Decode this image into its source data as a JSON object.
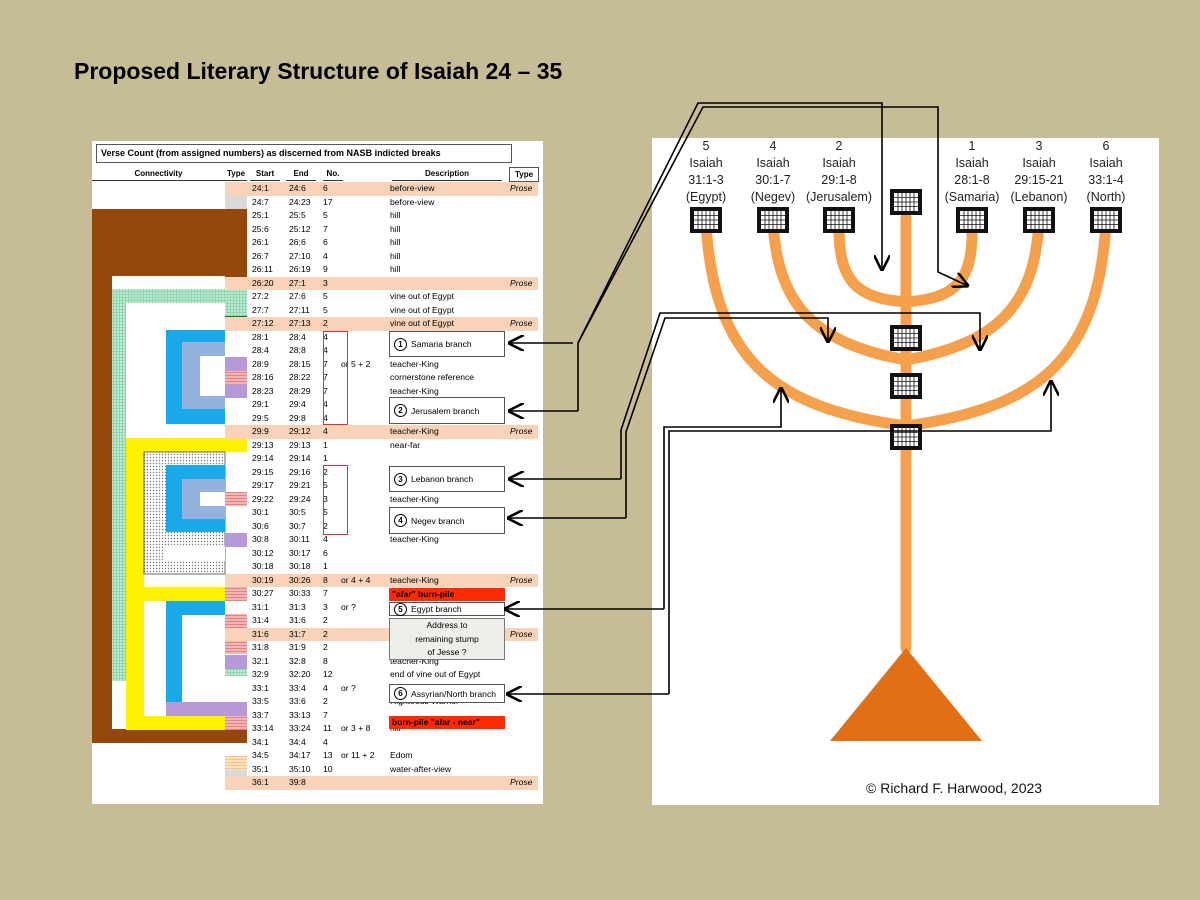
{
  "title": "Proposed Literary Structure of Isaiah 24 – 35",
  "table": {
    "heading": "Verse Count (from assigned numbers) as discerned from NASB indicted breaks",
    "heading_type": "Type",
    "columns": [
      "Connectivity",
      "Type",
      "Start",
      "End",
      "No.",
      "Description"
    ],
    "rows": [
      {
        "start": "24:1",
        "end": "24:6",
        "no": "6",
        "alt": "",
        "desc": "before-view",
        "type": "Prose",
        "pink": true
      },
      {
        "start": "24:7",
        "end": "24:23",
        "no": "17",
        "alt": "",
        "desc": "before-view",
        "type": "",
        "pink": false
      },
      {
        "start": "25:1",
        "end": "25:5",
        "no": "5",
        "alt": "",
        "desc": "hill",
        "type": "",
        "pink": false
      },
      {
        "start": "25:6",
        "end": "25:12",
        "no": "7",
        "alt": "",
        "desc": "hill",
        "type": "",
        "pink": false
      },
      {
        "start": "26:1",
        "end": "26:6",
        "no": "6",
        "alt": "",
        "desc": "hill",
        "type": "",
        "pink": false
      },
      {
        "start": "26:7",
        "end": "27:10",
        "no": "4",
        "alt": "",
        "desc": "hill",
        "type": "",
        "pink": false
      },
      {
        "start": "26:11",
        "end": "26:19",
        "no": "9",
        "alt": "",
        "desc": "hill",
        "type": "",
        "pink": false
      },
      {
        "start": "26:20",
        "end": "27:1",
        "no": "3",
        "alt": "",
        "desc": "",
        "type": "Prose",
        "pink": true
      },
      {
        "start": "27:2",
        "end": "27:6",
        "no": "5",
        "alt": "",
        "desc": "vine out of Egypt",
        "type": "",
        "pink": false
      },
      {
        "start": "27:7",
        "end": "27:11",
        "no": "5",
        "alt": "",
        "desc": "vine out of Egypt",
        "type": "",
        "pink": false
      },
      {
        "start": "27:12",
        "end": "27:13",
        "no": "2",
        "alt": "",
        "desc": "vine out of Egypt",
        "type": "Prose",
        "pink": true
      },
      {
        "start": "28:1",
        "end": "28:4",
        "no": "4",
        "alt": "",
        "desc": "",
        "type": "",
        "pink": false
      },
      {
        "start": "28:4",
        "end": "28:8",
        "no": "4",
        "alt": "",
        "desc": "",
        "type": "",
        "pink": false
      },
      {
        "start": "28:9",
        "end": "28:15",
        "no": "7",
        "alt": "or 5 + 2",
        "desc": "teacher-King",
        "type": "",
        "pink": false
      },
      {
        "start": "28:16",
        "end": "28:22",
        "no": "7",
        "alt": "",
        "desc": "cornerstone reference",
        "type": "",
        "pink": false
      },
      {
        "start": "28:23",
        "end": "28:29",
        "no": "7",
        "alt": "",
        "desc": "teacher-King",
        "type": "",
        "pink": false
      },
      {
        "start": "29:1",
        "end": "29:4",
        "no": "4",
        "alt": "",
        "desc": "",
        "type": "",
        "pink": false
      },
      {
        "start": "29:5",
        "end": "29:8",
        "no": "4",
        "alt": "",
        "desc": "",
        "type": "",
        "pink": false
      },
      {
        "start": "29:9",
        "end": "29:12",
        "no": "4",
        "alt": "",
        "desc": "teacher-King",
        "type": "Prose",
        "pink": true
      },
      {
        "start": "29:13",
        "end": "29:13",
        "no": "1",
        "alt": "",
        "desc": "near-far",
        "type": "",
        "pink": false
      },
      {
        "start": "29:14",
        "end": "29:14",
        "no": "1",
        "alt": "",
        "desc": "",
        "type": "",
        "pink": false
      },
      {
        "start": "29:15",
        "end": "29:16",
        "no": "2",
        "alt": "",
        "desc": "",
        "type": "",
        "pink": false
      },
      {
        "start": "29:17",
        "end": "29:21",
        "no": "5",
        "alt": "",
        "desc": "",
        "type": "",
        "pink": false
      },
      {
        "start": "29:22",
        "end": "29:24",
        "no": "3",
        "alt": "",
        "desc": "teacher-King",
        "type": "",
        "pink": false
      },
      {
        "start": "30:1",
        "end": "30:5",
        "no": "5",
        "alt": "",
        "desc": "",
        "type": "",
        "pink": false
      },
      {
        "start": "30:6",
        "end": "30:7",
        "no": "2",
        "alt": "",
        "desc": "",
        "type": "",
        "pink": false
      },
      {
        "start": "30:8",
        "end": "30:11",
        "no": "4",
        "alt": "",
        "desc": "teacher-King",
        "type": "",
        "pink": false
      },
      {
        "start": "30:12",
        "end": "30:17",
        "no": "6",
        "alt": "",
        "desc": "",
        "type": "",
        "pink": false
      },
      {
        "start": "30:18",
        "end": "30:18",
        "no": "1",
        "alt": "",
        "desc": "",
        "type": "",
        "pink": false
      },
      {
        "start": "30:19",
        "end": "30:26",
        "no": "8",
        "alt": "or 4 + 4",
        "desc": "teacher-King",
        "type": "Prose",
        "pink": true
      },
      {
        "start": "30:27",
        "end": "30:33",
        "no": "7",
        "alt": "",
        "desc": "",
        "type": "",
        "pink": false
      },
      {
        "start": "31:1",
        "end": "31:3",
        "no": "3",
        "alt": "or ?",
        "desc": "",
        "type": "",
        "pink": false
      },
      {
        "start": "31:4",
        "end": "31:6",
        "no": "2",
        "alt": "",
        "desc": "",
        "type": "",
        "pink": false
      },
      {
        "start": "31:6",
        "end": "31:7",
        "no": "2",
        "alt": "",
        "desc": "",
        "type": "Prose",
        "pink": true
      },
      {
        "start": "31:8",
        "end": "31:9",
        "no": "2",
        "alt": "",
        "desc": "",
        "type": "",
        "pink": false
      },
      {
        "start": "32:1",
        "end": "32:8",
        "no": "8",
        "alt": "",
        "desc": "teacher-King",
        "type": "",
        "pink": false
      },
      {
        "start": "32:9",
        "end": "32:20",
        "no": "12",
        "alt": "",
        "desc": "end of vine out of Egypt",
        "type": "",
        "pink": false
      },
      {
        "start": "33:1",
        "end": "33:4",
        "no": "4",
        "alt": "or ?",
        "desc": "",
        "type": "",
        "pink": false
      },
      {
        "start": "33:5",
        "end": "33:6",
        "no": "2",
        "alt": "",
        "desc": "Righteous Warrior",
        "type": "",
        "pink": false
      },
      {
        "start": "33:7",
        "end": "33:13",
        "no": "7",
        "alt": "",
        "desc": "",
        "type": "",
        "pink": false
      },
      {
        "start": "33:14",
        "end": "33:24",
        "no": "11",
        "alt": "or 3 + 8",
        "desc": "hill",
        "type": "",
        "pink": false
      },
      {
        "start": "34:1",
        "end": "34:4",
        "no": "4",
        "alt": "",
        "desc": "",
        "type": "",
        "pink": false
      },
      {
        "start": "34:5",
        "end": "34:17",
        "no": "13",
        "alt": "or 11 + 2",
        "desc": "Edom",
        "type": "",
        "pink": false
      },
      {
        "start": "35:1",
        "end": "35:10",
        "no": "10",
        "alt": "",
        "desc": "water-after-view",
        "type": "",
        "pink": false
      },
      {
        "start": "36:1",
        "end": "39:8",
        "no": "",
        "alt": "",
        "desc": "",
        "type": "Prose",
        "pink": true
      }
    ],
    "boxes": {
      "samaria": {
        "num": "1",
        "label": "Samaria branch"
      },
      "jerusalem": {
        "num": "2",
        "label": "Jerusalem branch"
      },
      "lebanon": {
        "num": "3",
        "label": "Lebanon branch"
      },
      "negev": {
        "num": "4",
        "label": "Negev branch"
      },
      "egypt": {
        "num": "5",
        "label": "Egypt branch"
      },
      "assyrian": {
        "num": "6",
        "label": "Assyrian/North branch"
      }
    },
    "red_labels": {
      "afar_burn": "\"afar\"    burn-pile",
      "burn_afar_near": "burn-pile   \"afar - near\""
    },
    "stump_note": [
      "Address to",
      "remaining stump",
      "of Jesse ?"
    ]
  },
  "menorah": {
    "branches": [
      {
        "num": "5",
        "book": "Isaiah",
        "ref": "31:1-3",
        "place": "(Egypt)"
      },
      {
        "num": "4",
        "book": "Isaiah",
        "ref": "30:1-7",
        "place": "(Negev)"
      },
      {
        "num": "2",
        "book": "Isaiah",
        "ref": "29:1-8",
        "place": "(Jerusalem)"
      },
      {
        "num": "1",
        "book": "Isaiah",
        "ref": "28:1-8",
        "place": "(Samaria)"
      },
      {
        "num": "3",
        "book": "Isaiah",
        "ref": "29:15-21",
        "place": "(Lebanon)"
      },
      {
        "num": "6",
        "book": "Isaiah",
        "ref": "33:1-4",
        "place": "(North)"
      }
    ],
    "copyright": "© Richard F. Harwood, 2023",
    "colors": {
      "arm": "#f4a04c",
      "base": "#e26f14"
    }
  }
}
